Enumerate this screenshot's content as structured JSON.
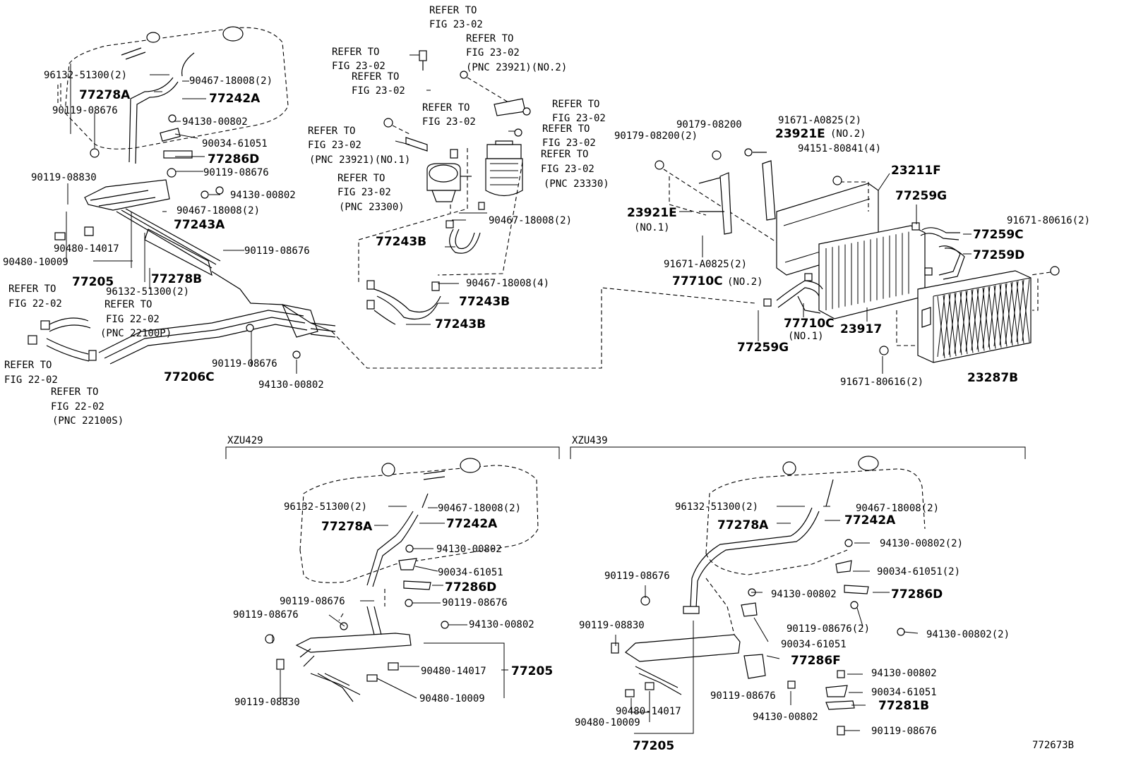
{
  "figure_code": "772673B",
  "groups": {
    "left": "XZU429",
    "right": "XZU439"
  },
  "labels": [
    {
      "id": "a1",
      "text": "96132-51300(2)"
    },
    {
      "id": "a2",
      "text": "90467-18008(2)"
    },
    {
      "id": "a3",
      "text": "77278A"
    },
    {
      "id": "a4",
      "text": "77242A"
    },
    {
      "id": "a5",
      "text": "90119-08676"
    },
    {
      "id": "a6",
      "text": "94130-00802"
    },
    {
      "id": "a7",
      "text": "90034-61051"
    },
    {
      "id": "a8",
      "text": "77286D"
    },
    {
      "id": "a9",
      "text": "90119-08830"
    },
    {
      "id": "a10",
      "text": "90119-08676"
    },
    {
      "id": "a11",
      "text": "94130-00802"
    },
    {
      "id": "a12",
      "text": "90467-18008(2)"
    },
    {
      "id": "a13",
      "text": "77243A"
    },
    {
      "id": "a14",
      "text": "90480-14017"
    },
    {
      "id": "a15",
      "text": "90480-10009"
    },
    {
      "id": "a16",
      "text": "77205"
    },
    {
      "id": "a17",
      "text": "77278B"
    },
    {
      "id": "a18",
      "text": "90119-08676"
    },
    {
      "id": "a19",
      "text": "96132-51300(2)"
    },
    {
      "id": "a20",
      "text": "REFER TO"
    },
    {
      "id": "a21",
      "text": "FIG 22-02"
    },
    {
      "id": "a22",
      "text": "REFER TO"
    },
    {
      "id": "a23",
      "text": "FIG 22-02"
    },
    {
      "id": "a24",
      "text": "(PNC 22100P)"
    },
    {
      "id": "a25",
      "text": "REFER TO"
    },
    {
      "id": "a26",
      "text": "FIG 22-02"
    },
    {
      "id": "a27",
      "text": "REFER TO"
    },
    {
      "id": "a28",
      "text": "FIG 22-02"
    },
    {
      "id": "a29",
      "text": "(PNC 22100S)"
    },
    {
      "id": "a30",
      "text": "77206C"
    },
    {
      "id": "a31",
      "text": "90119-08676"
    },
    {
      "id": "a32",
      "text": "94130-00802"
    },
    {
      "id": "b1",
      "text": "REFER TO"
    },
    {
      "id": "b2",
      "text": "FIG 23-02"
    },
    {
      "id": "b3",
      "text": "REFER TO"
    },
    {
      "id": "b4",
      "text": "FIG 23-02"
    },
    {
      "id": "b5",
      "text": "(PNC 23921)(NO.2)"
    },
    {
      "id": "b6",
      "text": "REFER TO"
    },
    {
      "id": "b7",
      "text": "FIG 23-02"
    },
    {
      "id": "b8",
      "text": "REFER TO"
    },
    {
      "id": "b9",
      "text": "FIG 23-02"
    },
    {
      "id": "b10",
      "text": "REFER TO"
    },
    {
      "id": "b11",
      "text": "FIG 23-02"
    },
    {
      "id": "b12",
      "text": "REFER TO"
    },
    {
      "id": "b13",
      "text": "FIG 23-02"
    },
    {
      "id": "b14",
      "text": "REFER TO"
    },
    {
      "id": "b15",
      "text": "FIG 23-02"
    },
    {
      "id": "b16",
      "text": "REFER TO"
    },
    {
      "id": "b17",
      "text": "FIG 23-02"
    },
    {
      "id": "b18",
      "text": "(PNC 23330)"
    },
    {
      "id": "b19",
      "text": "REFER TO"
    },
    {
      "id": "b20",
      "text": "FIG 23-02"
    },
    {
      "id": "b21",
      "text": "(PNC 23921)(NO.1)"
    },
    {
      "id": "b22",
      "text": "REFER TO"
    },
    {
      "id": "b23",
      "text": "FIG 23-02"
    },
    {
      "id": "b24",
      "text": "(PNC 23300)"
    },
    {
      "id": "b25",
      "text": "90467-18008(2)"
    },
    {
      "id": "b26",
      "text": "77243B"
    },
    {
      "id": "b27",
      "text": "90467-18008(4)"
    },
    {
      "id": "b28",
      "text": "77243B"
    },
    {
      "id": "b29",
      "text": "77243B"
    },
    {
      "id": "c1",
      "text": "90179-08200"
    },
    {
      "id": "c2",
      "text": "91671-A0825(2)"
    },
    {
      "id": "c3",
      "text": "90179-08200(2)"
    },
    {
      "id": "c4",
      "text": "23921E"
    },
    {
      "id": "c5",
      "text": "(NO.2)"
    },
    {
      "id": "c6",
      "text": "94151-80841(4)"
    },
    {
      "id": "c7",
      "text": "23211F"
    },
    {
      "id": "c8",
      "text": "77259G"
    },
    {
      "id": "c9",
      "text": "91671-80616(2)"
    },
    {
      "id": "c10",
      "text": "77259C"
    },
    {
      "id": "c11",
      "text": "77259D"
    },
    {
      "id": "c12",
      "text": "23921E"
    },
    {
      "id": "c13",
      "text": "(NO.1)"
    },
    {
      "id": "c14",
      "text": "91671-A0825(2)"
    },
    {
      "id": "c15",
      "text": "77710C"
    },
    {
      "id": "c16",
      "text": "(NO.2)"
    },
    {
      "id": "c17",
      "text": "77710C"
    },
    {
      "id": "c18",
      "text": "(NO.1)"
    },
    {
      "id": "c19",
      "text": "23917"
    },
    {
      "id": "c20",
      "text": "77259G"
    },
    {
      "id": "c21",
      "text": "91671-80616(2)"
    },
    {
      "id": "c22",
      "text": "23287B"
    },
    {
      "id": "d1",
      "text": "96132-51300(2)"
    },
    {
      "id": "d2",
      "text": "90467-18008(2)"
    },
    {
      "id": "d3",
      "text": "77278A"
    },
    {
      "id": "d4",
      "text": "77242A"
    },
    {
      "id": "d5",
      "text": "94130-00802"
    },
    {
      "id": "d6",
      "text": "90034-61051"
    },
    {
      "id": "d7",
      "text": "77286D"
    },
    {
      "id": "d8",
      "text": "90119-08676"
    },
    {
      "id": "d9",
      "text": "90119-08676"
    },
    {
      "id": "d10",
      "text": "90119-08676"
    },
    {
      "id": "d11",
      "text": "94130-00802"
    },
    {
      "id": "d12",
      "text": "90480-14017"
    },
    {
      "id": "d13",
      "text": "77205"
    },
    {
      "id": "d14",
      "text": "90480-10009"
    },
    {
      "id": "d15",
      "text": "90119-08830"
    },
    {
      "id": "e1",
      "text": "96132-51300(2)"
    },
    {
      "id": "e2",
      "text": "90467-18008(2)"
    },
    {
      "id": "e3",
      "text": "77278A"
    },
    {
      "id": "e4",
      "text": "77242A"
    },
    {
      "id": "e5",
      "text": "94130-00802(2)"
    },
    {
      "id": "e6",
      "text": "90034-61051(2)"
    },
    {
      "id": "e7",
      "text": "90119-08676"
    },
    {
      "id": "e8",
      "text": "94130-00802"
    },
    {
      "id": "e9",
      "text": "77286D"
    },
    {
      "id": "e10",
      "text": "90119-08676(2)"
    },
    {
      "id": "e11",
      "text": "94130-00802(2)"
    },
    {
      "id": "e12",
      "text": "90119-08830"
    },
    {
      "id": "e13",
      "text": "90034-61051"
    },
    {
      "id": "e14",
      "text": "77286F"
    },
    {
      "id": "e15",
      "text": "94130-00802"
    },
    {
      "id": "e16",
      "text": "90034-61051"
    },
    {
      "id": "e17",
      "text": "90119-08676"
    },
    {
      "id": "e18",
      "text": "77281B"
    },
    {
      "id": "e19",
      "text": "94130-00802"
    },
    {
      "id": "e20",
      "text": "90119-08676"
    },
    {
      "id": "e21",
      "text": "90480-14017"
    },
    {
      "id": "e22",
      "text": "90480-10009"
    },
    {
      "id": "e23",
      "text": "77205"
    }
  ]
}
